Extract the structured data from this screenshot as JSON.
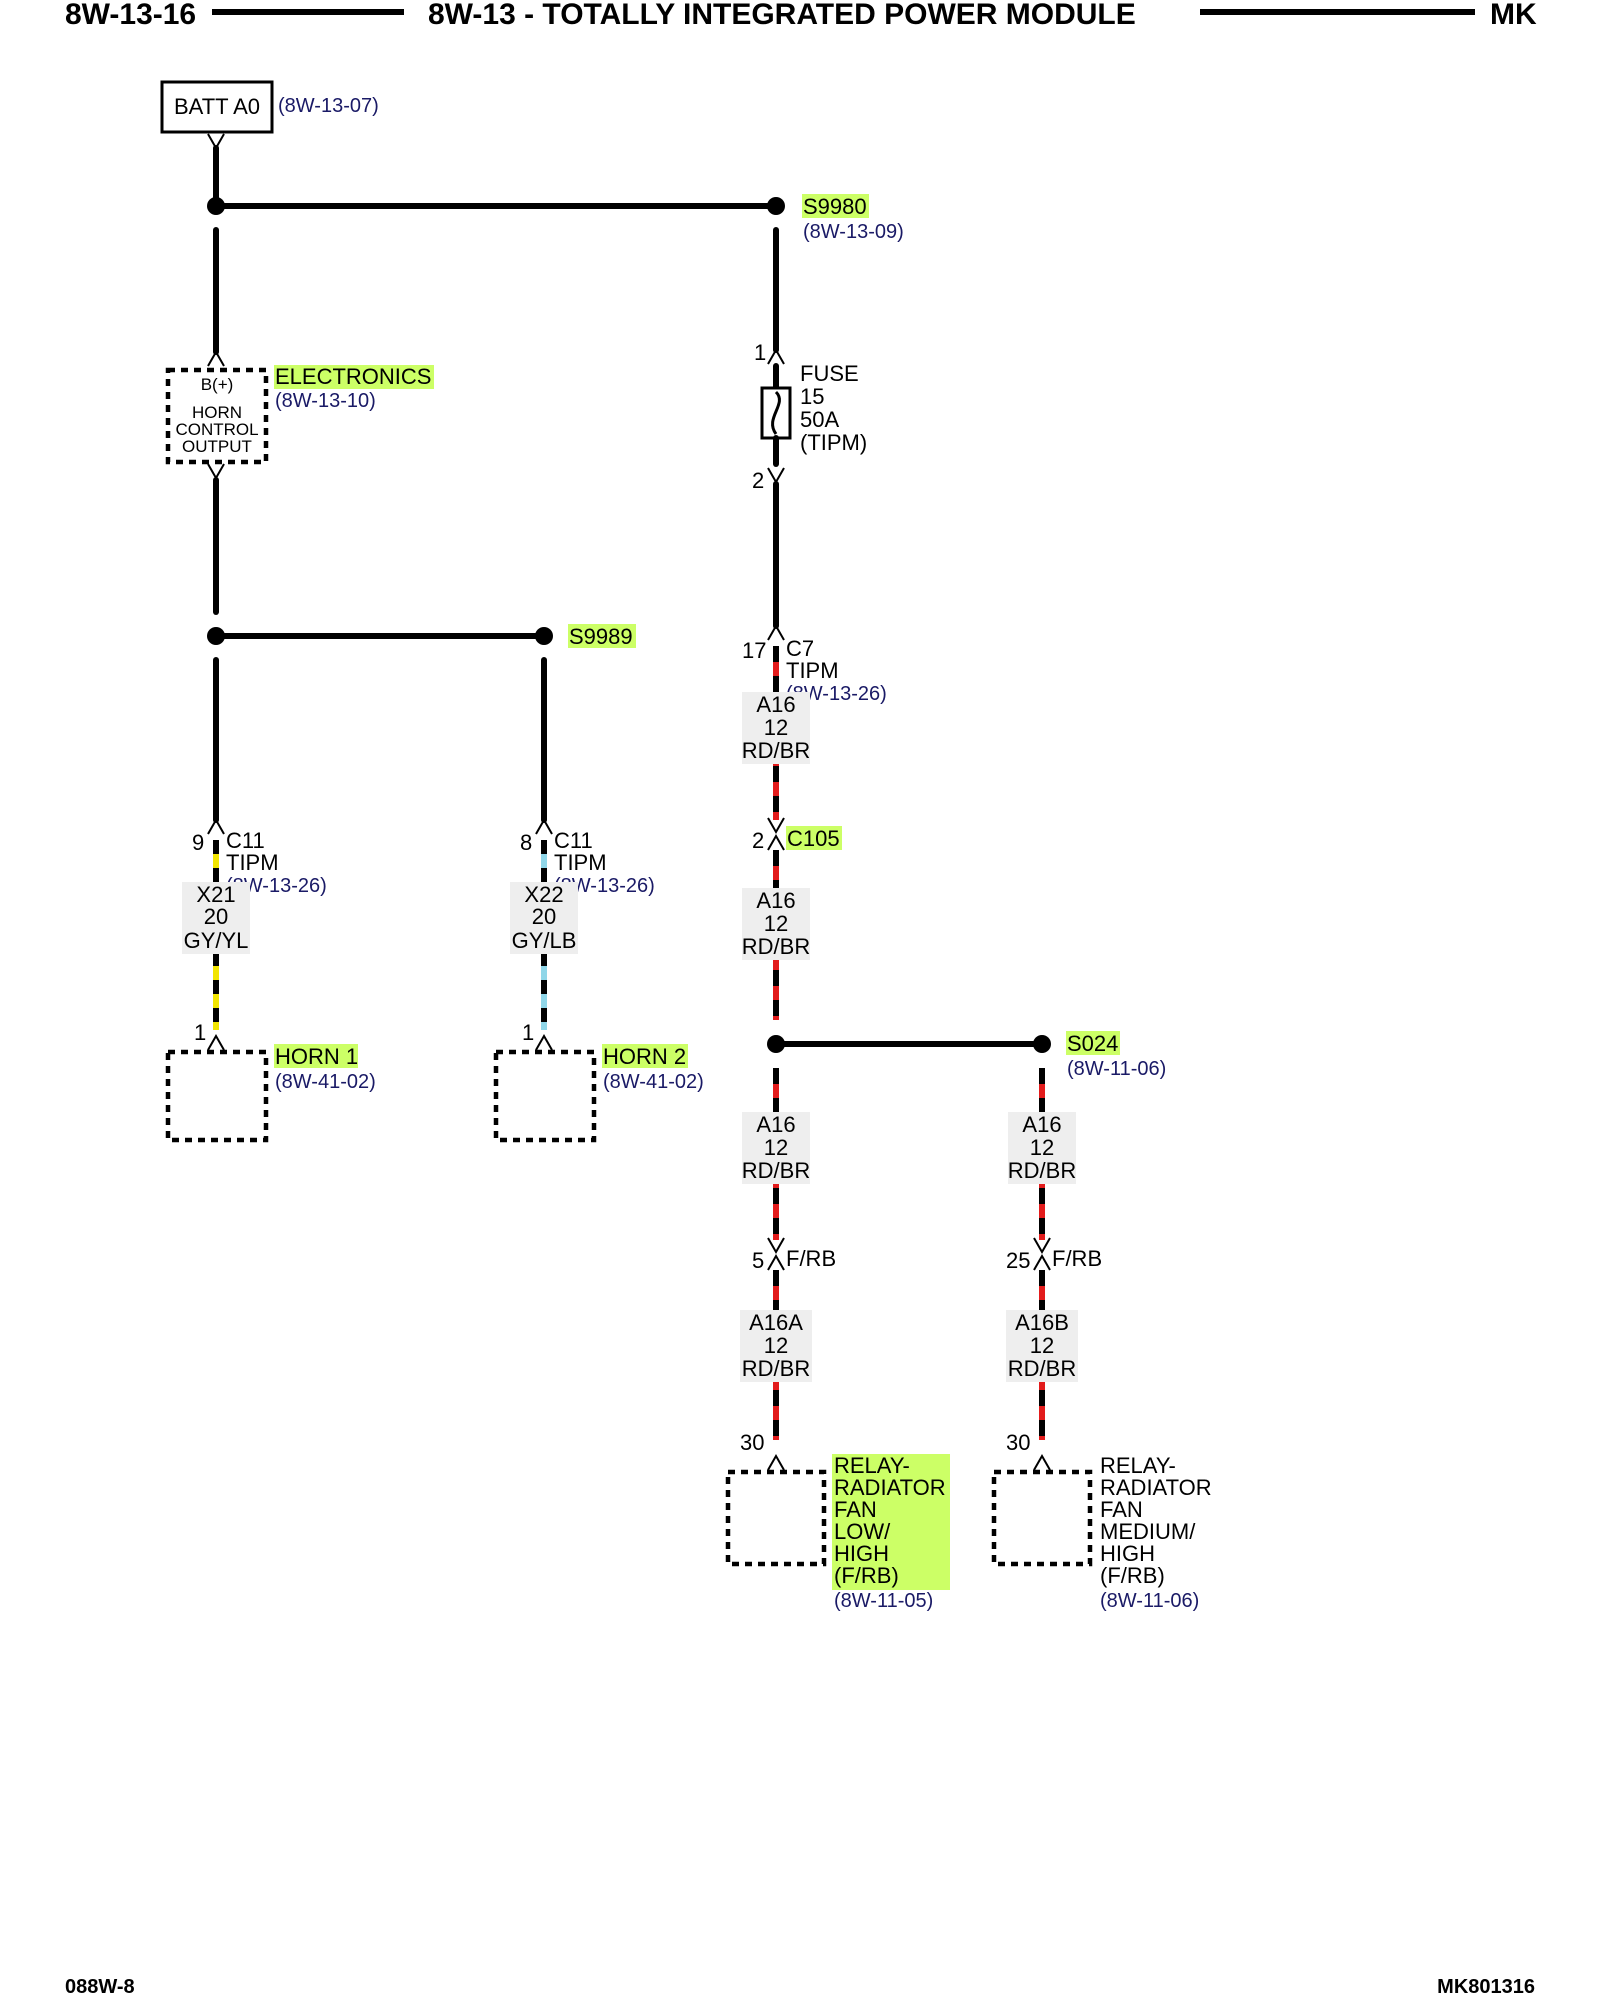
{
  "header": {
    "left": "8W-13-16",
    "center": "8W-13 - TOTALLY INTEGRATED POWER MODULE",
    "right": "MK"
  },
  "footer": {
    "left": "088W-8",
    "right": "MK801316"
  },
  "source": {
    "label": "BATT A0",
    "ref": "(8W-13-07)"
  },
  "splices": {
    "s9980": {
      "label": "S9980",
      "ref": "(8W-13-09)"
    },
    "s9989": {
      "label": "S9989"
    },
    "s024": {
      "label": "S024",
      "ref": "(8W-11-06)"
    }
  },
  "electronics": {
    "label": "ELECTRONICS",
    "ref": "(8W-13-10)",
    "inner": [
      "B(+)",
      "HORN",
      "CONTROL",
      "OUTPUT"
    ]
  },
  "fuse": {
    "pin_top": "1",
    "pin_bottom": "2",
    "lines": [
      "FUSE",
      "15",
      "50A",
      "(TIPM)"
    ]
  },
  "c7": {
    "pin": "17",
    "conn": "C7",
    "name": "TIPM",
    "ref": "(8W-13-26)"
  },
  "c105": {
    "pin": "2",
    "conn": "C105"
  },
  "horn1_conn": {
    "pin": "9",
    "conn": "C11",
    "name": "TIPM",
    "ref": "(8W-13-26)"
  },
  "horn2_conn": {
    "pin": "8",
    "conn": "C11",
    "name": "TIPM",
    "ref": "(8W-13-26)"
  },
  "wires": {
    "x21": [
      "X21",
      "20",
      "GY/YL"
    ],
    "x22": [
      "X22",
      "20",
      "GY/LB"
    ],
    "a16_1": [
      "A16",
      "12",
      "RD/BR"
    ],
    "a16_2": [
      "A16",
      "12",
      "RD/BR"
    ],
    "a16_3": [
      "A16",
      "12",
      "RD/BR"
    ],
    "a16_4": [
      "A16",
      "12",
      "RD/BR"
    ],
    "a16a": [
      "A16A",
      "12",
      "RD/BR"
    ],
    "a16b": [
      "A16B",
      "12",
      "RD/BR"
    ]
  },
  "frb_left": {
    "pin": "5",
    "conn": "F/RB"
  },
  "frb_right": {
    "pin": "25",
    "conn": "F/RB"
  },
  "horn1": {
    "pin": "1",
    "label": "HORN 1",
    "ref": "(8W-41-02)"
  },
  "horn2": {
    "pin": "1",
    "label": "HORN 2",
    "ref": "(8W-41-02)"
  },
  "relay_low": {
    "pin": "30",
    "lines": [
      "RELAY-",
      "RADIATOR",
      "FAN",
      "LOW/",
      "HIGH",
      "(F/RB)"
    ],
    "ref": "(8W-11-05)"
  },
  "relay_med": {
    "pin": "30",
    "lines": [
      "RELAY-",
      "RADIATOR",
      "FAN",
      "MEDIUM/",
      "HIGH",
      "(F/RB)"
    ],
    "ref": "(8W-11-06)"
  },
  "colors": {
    "highlight": "#ccff66",
    "wire_red": "#e21b1b",
    "wire_yellow": "#f2e500",
    "wire_lightblue": "#8fd6e8",
    "reference_text": "#1a1a66"
  }
}
